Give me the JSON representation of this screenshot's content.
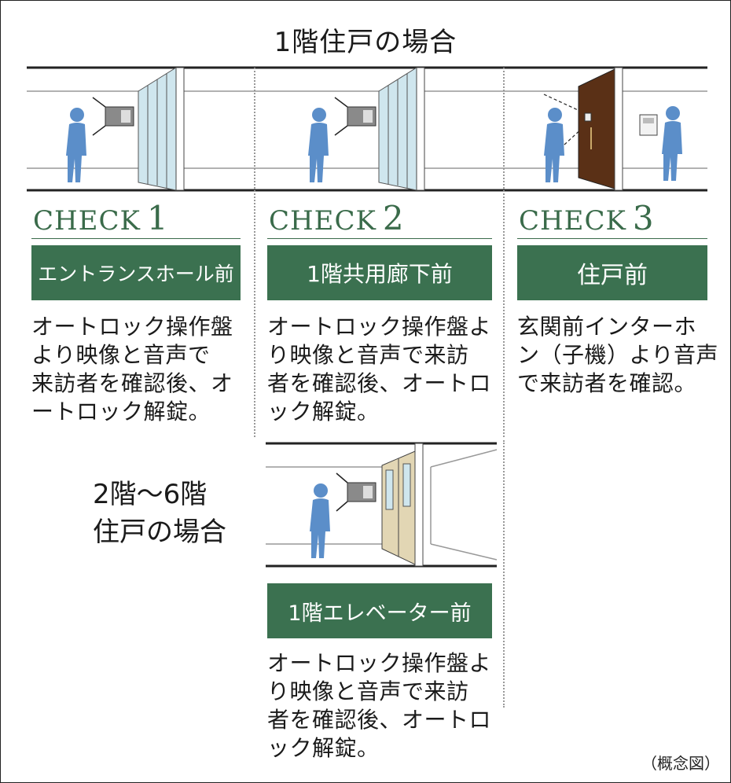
{
  "title": "1階住戸の場合",
  "checks": [
    {
      "label": "CHECK",
      "number": "1",
      "location": "エントランスホール前",
      "desc": [
        "オートロック操作盤",
        "より映像と音声で",
        "来訪者を確認後、オ",
        "ートロック解錠。"
      ]
    },
    {
      "label": "CHECK",
      "number": "2",
      "location": "1階共用廊下前",
      "desc": [
        "オートロック操作盤よ",
        "り映像と音声で来訪",
        "者を確認後、オートロ",
        "ック解錠。"
      ]
    },
    {
      "label": "CHECK",
      "number": "3",
      "location": "住戸前",
      "desc": [
        "玄関前インターホ",
        "ン（子機）より音声",
        "で来訪者を確認。"
      ]
    }
  ],
  "upper_floors": {
    "heading": [
      "2階～6階",
      "住戸の場合"
    ],
    "location": "1階エレベーター前",
    "desc": [
      "オートロック操作盤よ",
      "り映像と音声で来訪",
      "者を確認後、オートロ",
      "ック解錠。"
    ]
  },
  "note": "（概念図）",
  "colors": {
    "accent": "#3b7150",
    "figure": "#5b8ec9",
    "glass": "#cfe6ee",
    "door": "#5a3016",
    "elevator": "#e2d6b4"
  }
}
